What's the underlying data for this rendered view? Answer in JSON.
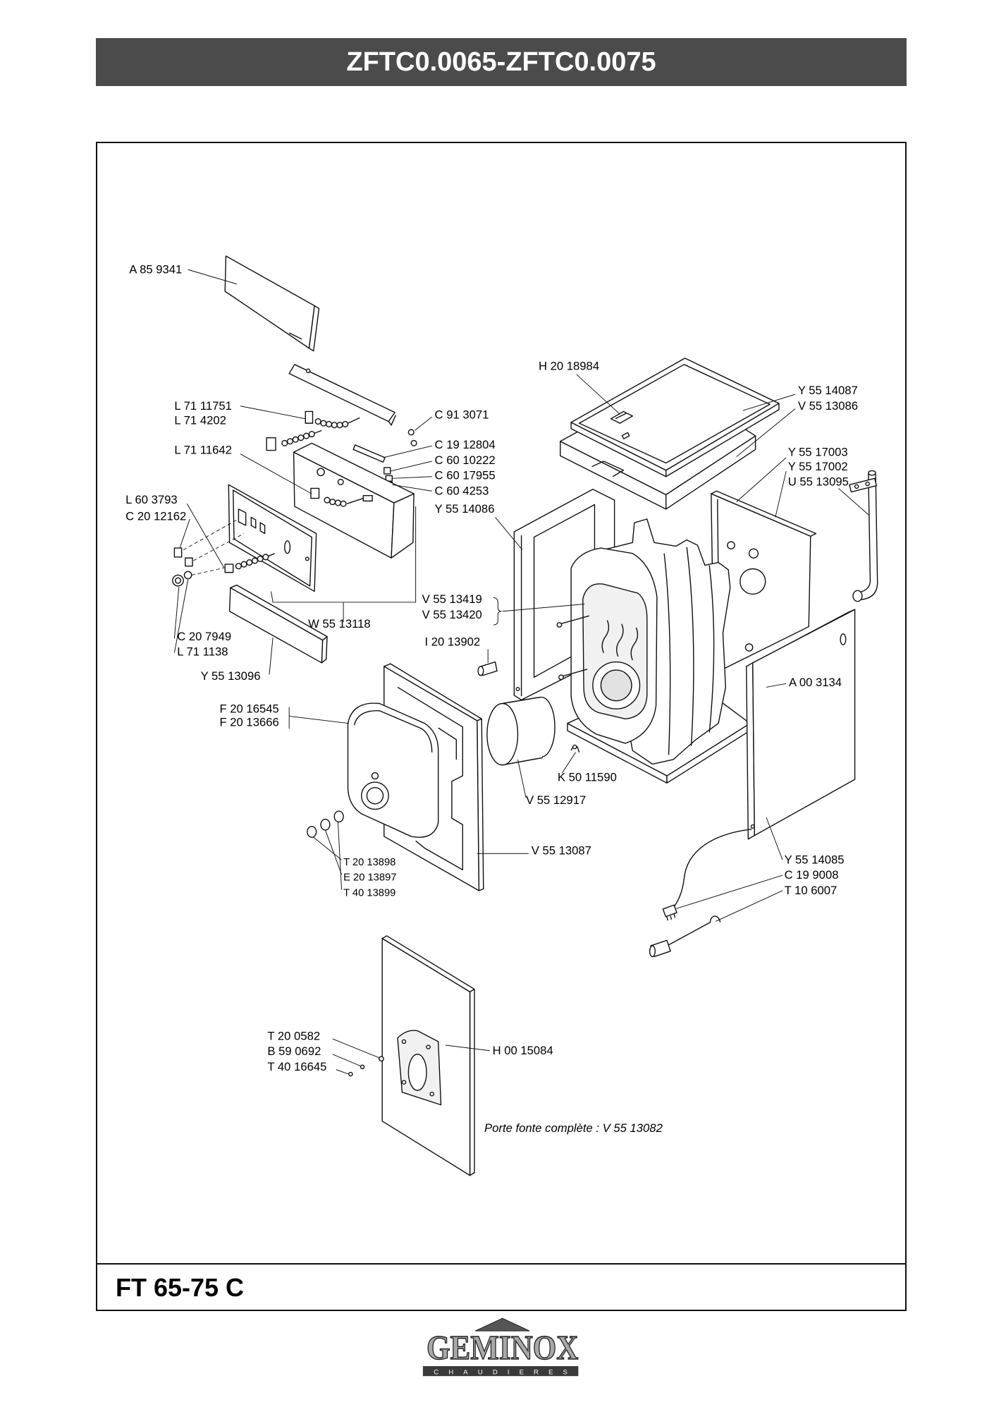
{
  "header": {
    "title": "ZFTC0.0065-ZFTC0.0075"
  },
  "diagram": {
    "part_numbers": [
      "A 85 9341",
      "H 20 18984",
      "L 71 11751",
      "L 71 4202",
      "C 91 3071",
      "L 71 11642",
      "C 19 12804",
      "C 60 10222",
      "C 60 17955",
      "C 60 4253",
      "Y 55 14087",
      "V 55 13086",
      "Y 55 17003",
      "Y 55 17002",
      "U 55 13095",
      "L 60 3793",
      "C 20 12162",
      "Y 55 14086",
      "V 55 13419",
      "V 55 13420",
      "W 55 13118",
      "I 20 13902",
      "C 20 7949",
      "L 71 1138",
      "Y 55 13096",
      "A 00 3134",
      "F 20 16545",
      "F 20 13666",
      "K 50 11590",
      "V 55 12917",
      "V 55 13087",
      "T 20 13898",
      "E 20 13897",
      "T 40 13899",
      "Y 55 14085",
      "C 19 9008",
      "T 10 6007",
      "T 20 0582",
      "B 59 0692",
      "T 40 16645",
      "H 00 15084"
    ],
    "note": "Porte fonte complète : V 55 13082"
  },
  "footer": {
    "model": "FT 65-75 C"
  },
  "logo": {
    "brand": "GEMINOX",
    "tagline": "CHAUDIERES"
  },
  "colors": {
    "title_bar": "#4b4b4b",
    "title_text": "#ffffff",
    "logo_letters": "#a8a8a8"
  }
}
